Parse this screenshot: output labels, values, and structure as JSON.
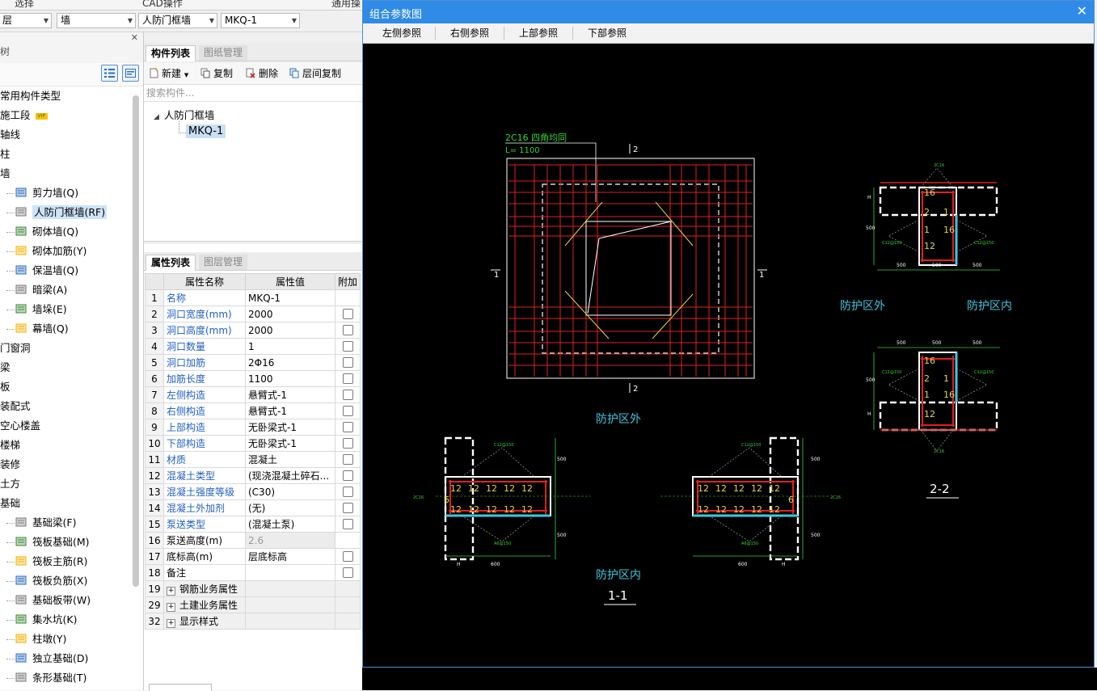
{
  "topbar": {
    "items": [
      "选择",
      "CAD操作",
      "通用操"
    ]
  },
  "selectors": {
    "floor": "层",
    "category": "墙",
    "type": "人防门框墙",
    "name": "MKQ-1"
  },
  "left_nav": {
    "title": "树",
    "items": [
      {
        "label": "常用构件类型"
      },
      {
        "label": "施工段",
        "badge": "VIP"
      },
      {
        "label": "轴线"
      },
      {
        "label": "柱"
      },
      {
        "label": "墙"
      },
      {
        "label": "剪力墙(Q)",
        "sub": true,
        "icon": "shear-wall-icon"
      },
      {
        "label": "人防门框墙(RF)",
        "sub": true,
        "icon": "civil-defense-door-wall-icon",
        "selected": true
      },
      {
        "label": "砌体墙(Q)",
        "sub": true,
        "icon": "masonry-wall-icon"
      },
      {
        "label": "砌体加筋(Y)",
        "sub": true,
        "icon": "masonry-rebar-icon"
      },
      {
        "label": "保温墙(Q)",
        "sub": true,
        "icon": "insulation-wall-icon"
      },
      {
        "label": "暗梁(A)",
        "sub": true,
        "icon": "hidden-beam-icon"
      },
      {
        "label": "墙垛(E)",
        "sub": true,
        "icon": "wall-pier-icon"
      },
      {
        "label": "幕墙(Q)",
        "sub": true,
        "icon": "curtain-wall-icon"
      },
      {
        "label": "门窗洞"
      },
      {
        "label": "梁"
      },
      {
        "label": "板"
      },
      {
        "label": "装配式"
      },
      {
        "label": "空心楼盖"
      },
      {
        "label": "楼梯"
      },
      {
        "label": "装修"
      },
      {
        "label": "土方"
      },
      {
        "label": "基础"
      },
      {
        "label": "基础梁(F)",
        "sub": true,
        "icon": "foundation-beam-icon"
      },
      {
        "label": "筏板基础(M)",
        "sub": true,
        "icon": "raft-foundation-icon"
      },
      {
        "label": "筏板主筋(R)",
        "sub": true,
        "icon": "raft-main-rebar-icon"
      },
      {
        "label": "筏板负筋(X)",
        "sub": true,
        "icon": "raft-neg-rebar-icon"
      },
      {
        "label": "基础板带(W)",
        "sub": true,
        "icon": "foundation-strip-icon"
      },
      {
        "label": "集水坑(K)",
        "sub": true,
        "icon": "sump-pit-icon"
      },
      {
        "label": "柱墩(Y)",
        "sub": true,
        "icon": "column-pier-icon"
      },
      {
        "label": "独立基础(D)",
        "sub": true,
        "icon": "isolated-footing-icon"
      },
      {
        "label": "条形基础(T)",
        "sub": true,
        "icon": "strip-footing-icon"
      }
    ]
  },
  "component_panel": {
    "tabs": [
      "构件列表",
      "图纸管理"
    ],
    "toolbar": {
      "new": "新建",
      "copy": "复制",
      "delete": "删除",
      "floor_copy": "层间复制"
    },
    "search_placeholder": "搜索构件...",
    "tree": {
      "root": "人防门框墙",
      "child": "MKQ-1"
    }
  },
  "property_panel": {
    "tabs": [
      "属性列表",
      "图层管理"
    ],
    "headers": [
      "属性名称",
      "属性值",
      "附加"
    ],
    "rows": [
      {
        "n": "1",
        "name": "名称",
        "value": "MKQ-1"
      },
      {
        "n": "2",
        "name": "洞口宽度(mm)",
        "value": "2000"
      },
      {
        "n": "3",
        "name": "洞口高度(mm)",
        "value": "2000"
      },
      {
        "n": "4",
        "name": "洞口数量",
        "value": "1"
      },
      {
        "n": "5",
        "name": "洞口加筋",
        "value": "2Φ16"
      },
      {
        "n": "6",
        "name": "加筋长度",
        "value": "1100"
      },
      {
        "n": "7",
        "name": "左侧构造",
        "value": "悬臂式-1"
      },
      {
        "n": "8",
        "name": "右侧构造",
        "value": "悬臂式-1"
      },
      {
        "n": "9",
        "name": "上部构造",
        "value": "无卧梁式-1"
      },
      {
        "n": "10",
        "name": "下部构造",
        "value": "无卧梁式-1"
      },
      {
        "n": "11",
        "name": "材质",
        "value": "混凝土"
      },
      {
        "n": "12",
        "name": "混凝土类型",
        "value": "(现浇混凝土碎石..."
      },
      {
        "n": "13",
        "name": "混凝土强度等级",
        "value": "(C30)"
      },
      {
        "n": "14",
        "name": "混凝土外加剂",
        "value": "(无)"
      },
      {
        "n": "15",
        "name": "泵送类型",
        "value": "(混凝土泵)"
      },
      {
        "n": "16",
        "name": "泵送高度(m)",
        "value": "2.6"
      },
      {
        "n": "17",
        "name": "底标高(m)",
        "value": "层底标高"
      },
      {
        "n": "18",
        "name": "备注",
        "value": ""
      },
      {
        "n": "19",
        "name": "钢筋业务属性",
        "value": ""
      },
      {
        "n": "29",
        "name": "土建业务属性",
        "value": ""
      },
      {
        "n": "32",
        "name": "显示样式",
        "value": ""
      }
    ]
  },
  "dialog": {
    "title": "组合参数图",
    "buttons": [
      "左侧参照",
      "右侧参照",
      "上部参照",
      "下部参照"
    ],
    "drawing": {
      "rebar_note": "2C16 四角均同",
      "rebar_len": "L= 1100",
      "sec_2": "2",
      "sec_1": "1",
      "out_zone": "防护区外",
      "in_zone": "防护区内",
      "sec11": "1-1",
      "sec22": "2-2",
      "d500": "500",
      "d600": "600",
      "dH": "H",
      "r12": "12",
      "r1": "1",
      "r2": "2",
      "r16": "16",
      "r6": "6",
      "rebar_note_small": "C12@150",
      "rebar_note_a": "A6@150",
      "rebar_2c16": "2C16"
    }
  },
  "colors": {
    "accent": "#2f8be6",
    "cad_bg": "#000000",
    "cad_red": "#e02020",
    "cad_yellow": "#e8d44a",
    "cad_green": "#33d633",
    "cad_cyan": "#3fc7e0",
    "link_blue": "#1f5fc4"
  }
}
